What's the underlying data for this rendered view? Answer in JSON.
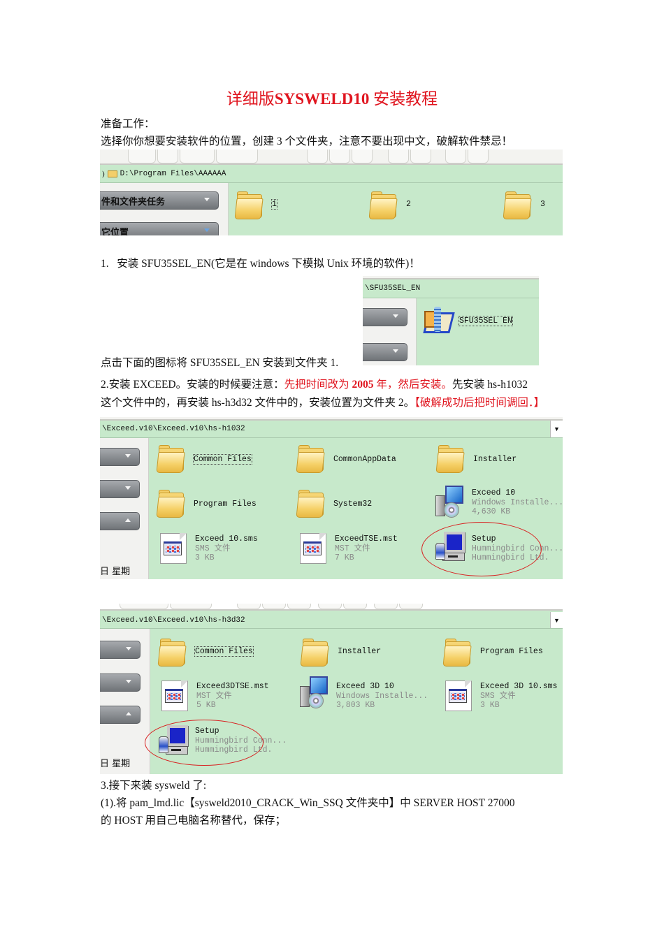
{
  "document": {
    "title_prefix": "详细版",
    "title_bold": "SYSWELD10",
    "title_suffix": " 安装教程",
    "prep_heading": "准备工作：",
    "prep_text": "选择你你想要安装软件的位置，创建 3 个文件夹，注意不要出现中文，破解软件禁忌！",
    "step1": {
      "number": "1.",
      "text": "安装 SFU35SEL_EN(它是在 windows 下模拟 Unix 环境的软件)！",
      "instruction": "点击下面的图标将 SFU35SEL_EN 安装到文件夹 1."
    },
    "step2": {
      "line1_a": "2.安装 EXCEED。安装的时候要注意：",
      "line1_red_a": "先把时间改为 ",
      "line1_red_bold": "2005",
      "line1_red_b": " 年，然后安装。",
      "line1_b": "先安装 hs-h1032",
      "line2_a": "这个文件中的，再安装 hs-h3d32 文件中的，安装位置为文件夹 2。",
      "line2_red": "【破解成功后把时间调回．】"
    },
    "step3": {
      "heading": "3.接下来装 sysweld 了:",
      "line1": " (1).将 pam_lmd.lic【sysweld2010_CRACK_Win_SSQ 文件夹中】中 SERVER HOST 27000",
      "line2": "的 HOST 用自己电脑名称替代，保存；"
    }
  },
  "screenshots": {
    "folders": {
      "addr_prefix": ")",
      "address": "D:\\Program Files\\AAAAAA",
      "side_buttons": [
        "件和文件夹任务",
        "它位置"
      ],
      "items": [
        {
          "name": "1",
          "icon": "folder"
        },
        {
          "name": "2",
          "icon": "folder"
        },
        {
          "name": "3",
          "icon": "folder"
        }
      ]
    },
    "sfu": {
      "address": "\\SFU35SEL_EN",
      "item": {
        "name": "SFU35SEL EN",
        "icon": "zip-archive"
      }
    },
    "h1032": {
      "address": "\\Exceed.v10\\Exceed.v10\\hs-h1032",
      "side_text": "日 星期",
      "items": [
        {
          "name": "Common Files",
          "icon": "folder"
        },
        {
          "name": "CommonAppData",
          "icon": "folder"
        },
        {
          "name": "Installer",
          "icon": "folder"
        },
        {
          "name": "Program Files",
          "icon": "folder"
        },
        {
          "name": "System32",
          "icon": "folder"
        },
        {
          "name": "Exceed 10",
          "type": "Windows Installe...",
          "size": "4,630 KB",
          "icon": "installer"
        },
        {
          "name": "Exceed 10.sms",
          "type": "SMS 文件",
          "size": "3 KB",
          "icon": "document"
        },
        {
          "name": "ExceedTSE.mst",
          "type": "MST 文件",
          "size": "7 KB",
          "icon": "document"
        },
        {
          "name": "Setup",
          "type": "Hummingbird Conn...",
          "size": "Hummingbird Ltd.",
          "icon": "setup"
        }
      ]
    },
    "h3d32": {
      "address": "\\Exceed.v10\\Exceed.v10\\hs-h3d32",
      "side_text": "日 星期",
      "items": [
        {
          "name": "Common Files",
          "icon": "folder"
        },
        {
          "name": "Installer",
          "icon": "folder"
        },
        {
          "name": "Program Files",
          "icon": "folder"
        },
        {
          "name": "Exceed3DTSE.mst",
          "type": "MST 文件",
          "size": "5 KB",
          "icon": "document"
        },
        {
          "name": "Exceed 3D 10",
          "type": "Windows Installe...",
          "size": "3,803 KB",
          "icon": "installer"
        },
        {
          "name": "Exceed 3D 10.sms",
          "type": "SMS 文件",
          "size": "3 KB",
          "icon": "document"
        },
        {
          "name": "Setup",
          "type": "Hummingbird Conn...",
          "size": "Hummingbird Ltd.",
          "icon": "setup"
        }
      ]
    }
  },
  "colors": {
    "accent_red": "#e0151f",
    "explorer_green": "#c7e9cb",
    "highlight_ellipse": "#d82020"
  }
}
